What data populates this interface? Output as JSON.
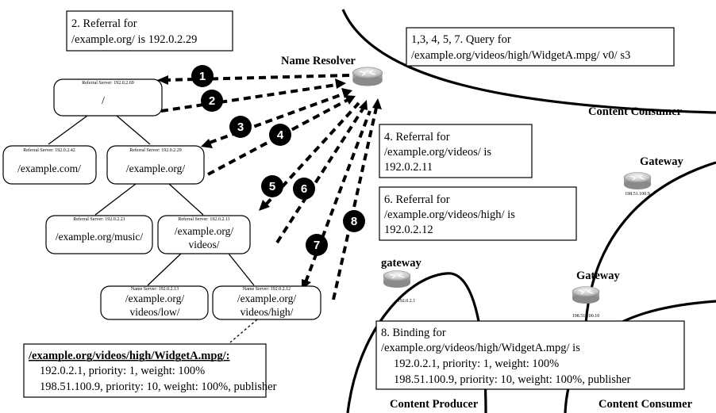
{
  "header": {
    "name_resolver": "Name Resolver",
    "content_consumer_top": "Content Consumer",
    "content_producer": "Content Producer",
    "content_consumer_bottom": "Content Consumer"
  },
  "gateways": {
    "gw_right_label": "Gateway",
    "gw_right_ip": "198.51.100.9",
    "gw_producer_label": "gateway",
    "gw_producer_ip": "192.0.2.1",
    "gw_mid_label": "Gateway",
    "gw_mid_ip": "198.51.100.10"
  },
  "tree": {
    "root_server": "Referral Server: 192.0.2.69",
    "root_name": "/",
    "com_server": "Referral Server: 192.0.2.42",
    "com_name": "/example.com/",
    "org_server": "Referral Server: 192.0.2.29",
    "org_name": "/example.org/",
    "music_server": "Referral Server: 192.0.2.21",
    "music_name": "/example.org/music/",
    "videos_server": "Referral Server: 192.0.2.11",
    "videos_name_1": "/example.org/",
    "videos_name_2": "videos/",
    "low_server": "Name Server: 192.0.2.13",
    "low_name_1": "/example.org/",
    "low_name_2": "videos/low/",
    "high_server": "Name Server: 192.0.2.12",
    "high_name_1": "/example.org/",
    "high_name_2": "videos/high/"
  },
  "callouts": {
    "referral_org_1": "2. Referral for",
    "referral_org_2": "/example.org/ is  192.0.2.29",
    "query_1": "1,3, 4, 5, 7. Query for",
    "query_2": "/example.org/videos/high/WidgetA.mpg/ v0/ s3",
    "referral_videos_1": "4. Referral for",
    "referral_videos_2": "/example.org/videos/ is",
    "referral_videos_3": "192.0.2.11",
    "referral_high_1": "6. Referral for",
    "referral_high_2": "/example.org/videos/high/ is",
    "referral_high_3": "192.0.2.12",
    "record_title": "/example.org/videos/high/WidgetA.mpg/:",
    "record_line_1": "192.0.2.1,        priority: 1, weight: 100%",
    "record_line_2": "198.51.100.9, priority: 10, weight: 100%, publisher",
    "binding_1": "8. Binding for",
    "binding_2": "/example.org/videos/high/WidgetA.mpg/ is",
    "binding_3": "192.0.2.1,        priority: 1, weight: 100%",
    "binding_4": "198.51.100.9, priority: 10, weight: 100%, publisher"
  },
  "steps": [
    "1",
    "2",
    "3",
    "4",
    "5",
    "6",
    "7",
    "8"
  ]
}
